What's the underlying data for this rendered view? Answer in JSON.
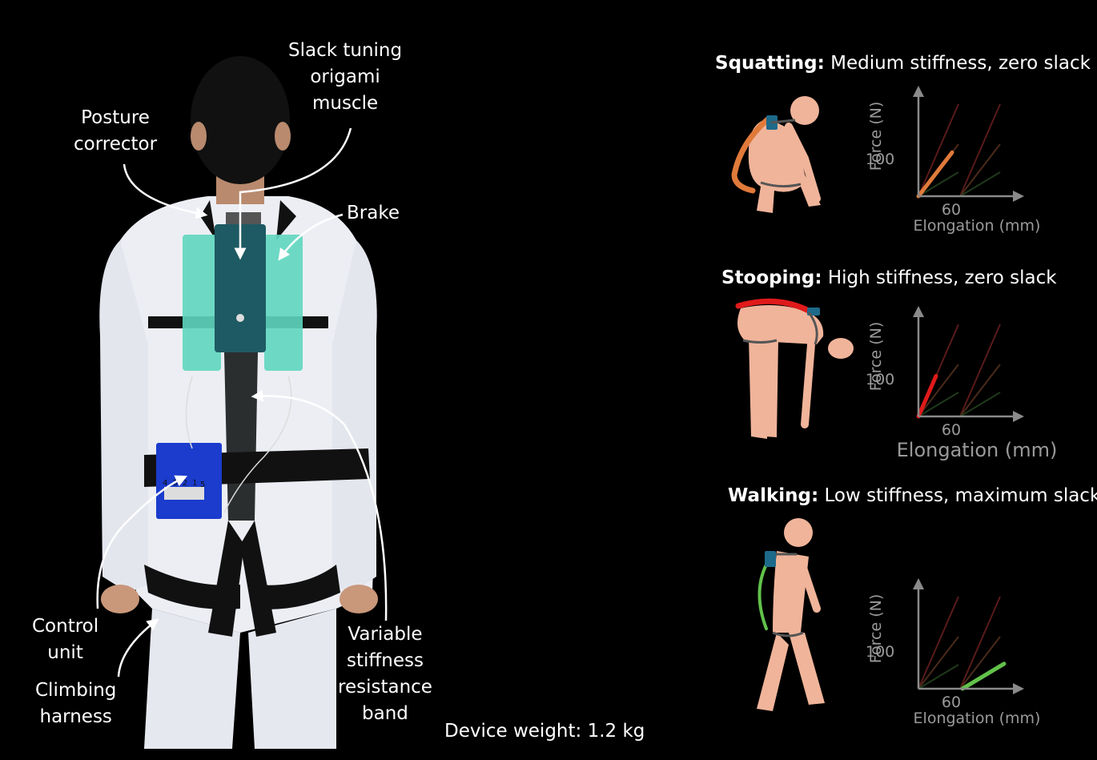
{
  "colors": {
    "background": "#000000",
    "squat_band": "#e07a3a",
    "stoop_band": "#e01a1a",
    "walk_band": "#62c24a",
    "exo_teal": "#5fd6bf",
    "control_unit_blue": "#1b3ccc",
    "figure_skin": "#f0b49a"
  },
  "callouts": {
    "slack_tuning": "Slack tuning\norigami\nmuscle",
    "posture_corrector": "Posture\ncorrector",
    "brake": "Brake",
    "control_unit": "Control\nunit",
    "climbing_harness": "Climbing\nharness",
    "variable_band": "Variable\nstiffness\nresistance\nband"
  },
  "device_weight": "Device weight: 1.2 kg",
  "states": [
    {
      "id": "squatting",
      "title_bold": "Squatting:",
      "title_rest": " Medium stiffness, zero slack",
      "ylabel": "Force (N)",
      "xlabel": "Elongation (mm)",
      "ytick": "100",
      "xtick": "60",
      "icon": "squatting-figure-icon"
    },
    {
      "id": "stooping",
      "title_bold": "Stooping:",
      "title_rest": " High stiffness, zero slack",
      "ylabel": "Force (N)",
      "xlabel": "Elongation (mm)",
      "ytick": "100",
      "xtick": "60",
      "icon": "stooping-figure-icon"
    },
    {
      "id": "walking",
      "title_bold": "Walking:",
      "title_rest": " Low stiffness, maximum slack",
      "ylabel": "Force (N)",
      "xlabel": "Elongation (mm)",
      "ytick": "100",
      "xtick": "60",
      "icon": "walking-figure-icon"
    }
  ],
  "control_unit_labels": [
    "4",
    "3",
    "2",
    "1",
    "5"
  ]
}
